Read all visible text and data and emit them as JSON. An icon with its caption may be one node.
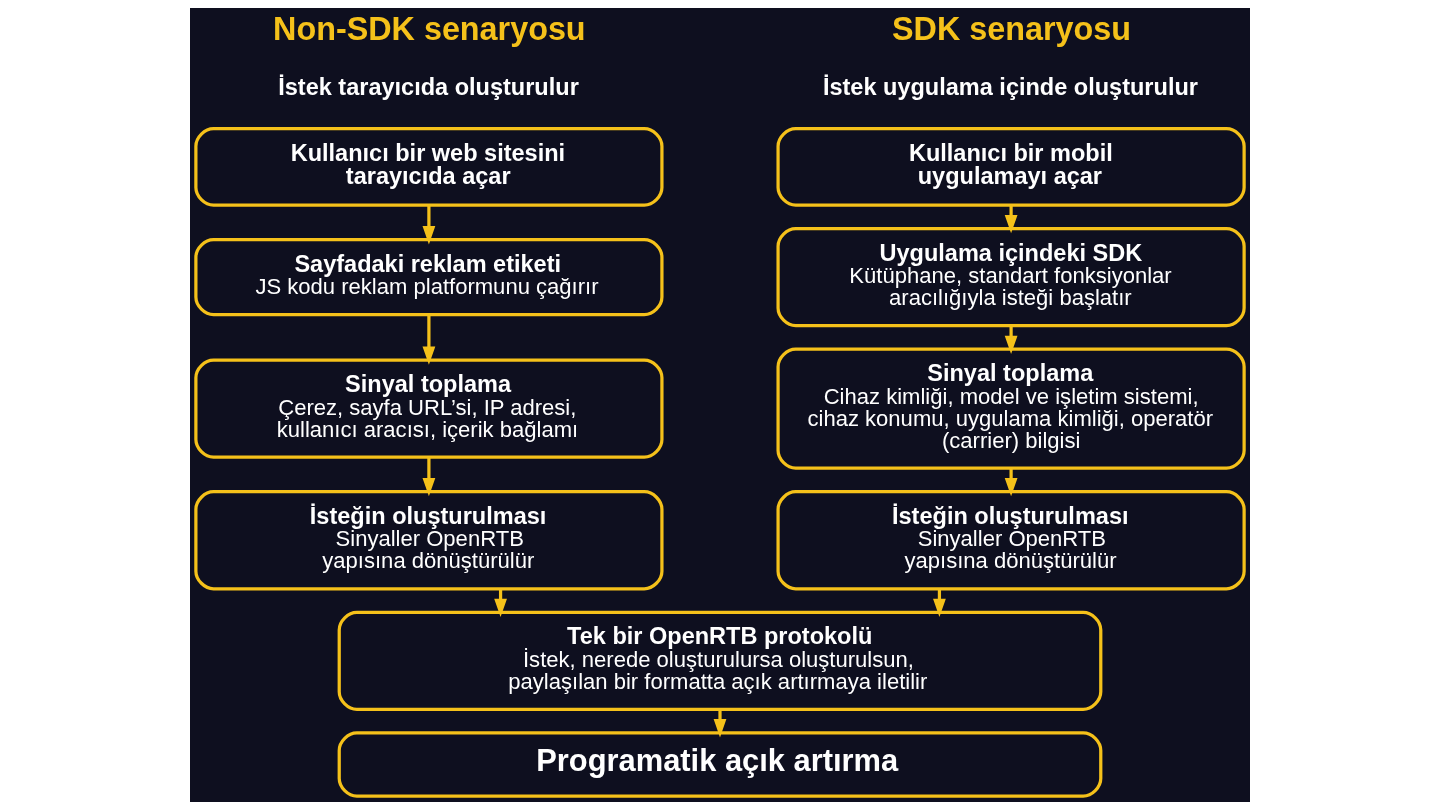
{
  "diagram": {
    "nodes": [
      {
        "text": [
          "Kullanıcı bir web sitesini tarayıcıda açar"
        ]
      },
      {
        "text": [
          "Sayfadaki reklam etiketi",
          "JS kodu reklam platformunu çağırır"
        ]
      },
      {
        "text": [
          "Sinyal toplama",
          "Çerez, sayfa URL’si, IP adresi, kullanıcı aracısı, içerik bağlamı"
        ]
      },
      {
        "text": [
          "İsteğin oluşturulması",
          "Sinyaller OpenRTB yapısına dönüştürülür"
        ]
      },
      {
        "text": [
          "Kullanıcı bir mobil uygulamayı açar"
        ]
      },
      {
        "text": [
          "Uygulama içindeki SDK",
          "Kütüphane, standart fonksiyonlar aracılığıyla isteği başlatır"
        ]
      },
      {
        "text": [
          "Sinyal toplama",
          "Cihaz kimliği, model ve işletim sistemi, cihaz konumu, uygulama kimliği, operatör (carrier) bilgisi"
        ]
      },
      {
        "text": [
          "İsteğin oluşturulması",
          "Sinyaller OpenRTB yapısına dönüştürülür"
        ]
      },
      {
        "text": [
          "Tek bir OpenRTB protokolü",
          "İstek, nerede oluşturulursa oluşturulsun, paylaşılan bir formatta açık artırmaya iletilir"
        ]
      },
      {
        "text": [
          "Programatik açık artırma"
        ]
      }
    ],
    "edges": [
      {
        "from": 0,
        "to": 1,
        "arrow": "to"
      },
      {
        "from": 1,
        "to": 2,
        "arrow": "to"
      },
      {
        "from": 2,
        "to": 3,
        "arrow": "to"
      },
      {
        "from": 4,
        "to": 5,
        "arrow": "to"
      },
      {
        "from": 5,
        "to": 6,
        "arrow": "to"
      },
      {
        "from": 6,
        "to": 7,
        "arrow": "to"
      },
      {
        "from": 3,
        "to": 8,
        "arrow": "to"
      },
      {
        "from": 7,
        "to": 8,
        "arrow": "to"
      },
      {
        "from": 8,
        "to": 9,
        "arrow": "to"
      }
    ],
    "labels": [
      "Non-SDK senaryosu",
      "İstek tarayıcıda oluşturulur",
      "SDK senaryosu",
      "İstek uygulama içinde oluşturulur"
    ]
  }
}
